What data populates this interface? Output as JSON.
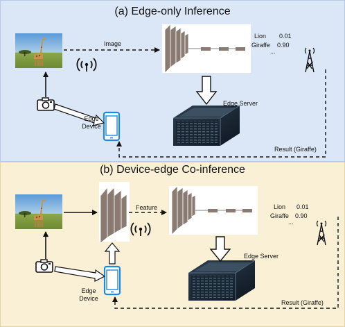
{
  "panel_a": {
    "title": "(a) Edge-only Inference",
    "arrow_label": "Image",
    "predictions": [
      {
        "label": "Lion",
        "score": "0.01"
      },
      {
        "label": "Giraffe",
        "score": "0.90"
      }
    ],
    "ellipsis": "...",
    "server_label": "Edge Server",
    "device_label_1": "Edge",
    "device_label_2": "Device",
    "result_label": "Result (Giraffe)"
  },
  "panel_b": {
    "title": "(b) Device-edge Co-inference",
    "arrow_label": "Feature",
    "predictions": [
      {
        "label": "Lion",
        "score": "0.01"
      },
      {
        "label": "Giraffe",
        "score": "0.90"
      }
    ],
    "ellipsis": "...",
    "server_label": "Edge Server",
    "device_label_1": "Edge",
    "device_label_2": "Device",
    "result_label": "Result (Giraffe)"
  },
  "colors": {
    "panel_a_bg": "#dbe7f7",
    "panel_b_bg": "#faf0d6",
    "device_blue": "#1e88e5",
    "network_gray": "#8a7b72"
  },
  "icons": [
    "giraffe-photo",
    "camera-icon",
    "phone-icon",
    "wifi-signal-icon",
    "tower-icon",
    "server-icon",
    "neural-network"
  ]
}
